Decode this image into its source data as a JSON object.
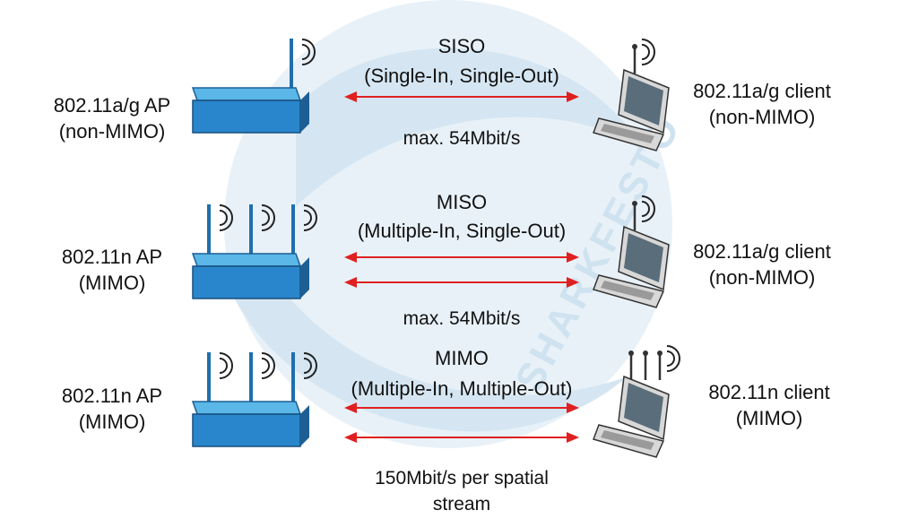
{
  "watermark": {
    "text": "SHARKFESTO",
    "color": "#cfe2ef"
  },
  "arrow_color": "#e02020",
  "device_colors": {
    "ap_top": "#5ab7e8",
    "ap_front": "#2a86cc",
    "antenna": "#1f6fae",
    "laptop_body": "#d8d8d8",
    "laptop_screen": "#5a6d7a"
  },
  "rows": [
    {
      "ap": {
        "line1": "802.11a/g AP",
        "line2": "(non-MIMO)",
        "antennas": 1
      },
      "mode": {
        "title": "SISO",
        "subtitle": "(Single-In, Single-Out)",
        "arrows": 1
      },
      "rate": {
        "line1": "max. 54Mbit/s",
        "line2": ""
      },
      "client": {
        "line1": "802.11a/g client",
        "line2": "(non-MIMO)",
        "antennas": 1
      }
    },
    {
      "ap": {
        "line1": "802.11n AP",
        "line2": "(MIMO)",
        "antennas": 3
      },
      "mode": {
        "title": "MISO",
        "subtitle": "(Multiple-In, Single-Out)",
        "arrows": 2
      },
      "rate": {
        "line1": "max. 54Mbit/s",
        "line2": ""
      },
      "client": {
        "line1": "802.11a/g client",
        "line2": "(non-MIMO)",
        "antennas": 1
      }
    },
    {
      "ap": {
        "line1": "802.11n AP",
        "line2": "(MIMO)",
        "antennas": 3
      },
      "mode": {
        "title": "MIMO",
        "subtitle": "(Multiple-In, Multiple-Out)",
        "arrows": 2
      },
      "rate": {
        "line1": "150Mbit/s per spatial",
        "line2": "stream"
      },
      "client": {
        "line1": "802.11n client",
        "line2": "(MIMO)",
        "antennas": 3
      }
    }
  ]
}
